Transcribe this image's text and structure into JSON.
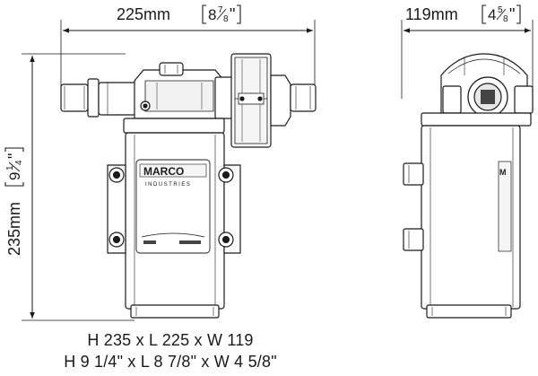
{
  "dimensions": {
    "width": {
      "metric": "225mm",
      "imperial_whole": "8",
      "imperial_num": "7",
      "imperial_den": "8"
    },
    "depth": {
      "metric": "119mm",
      "imperial_whole": "4",
      "imperial_num": "5",
      "imperial_den": "8"
    },
    "height": {
      "metric": "235mm",
      "imperial_whole": "9",
      "imperial_num": "1",
      "imperial_den": "4"
    }
  },
  "label": {
    "brand": "MARCO",
    "sub": "INDUSTRIES"
  },
  "caption": {
    "metric": "H 235 x L 225 x W 119",
    "imperial": "H 9 1/4\" x L 8 7/8\" x W 4 5/8\""
  },
  "colors": {
    "line": "#1a1a1a",
    "fill": "#ffffff",
    "shade": "#e6e6e6",
    "dark": "#444444"
  }
}
